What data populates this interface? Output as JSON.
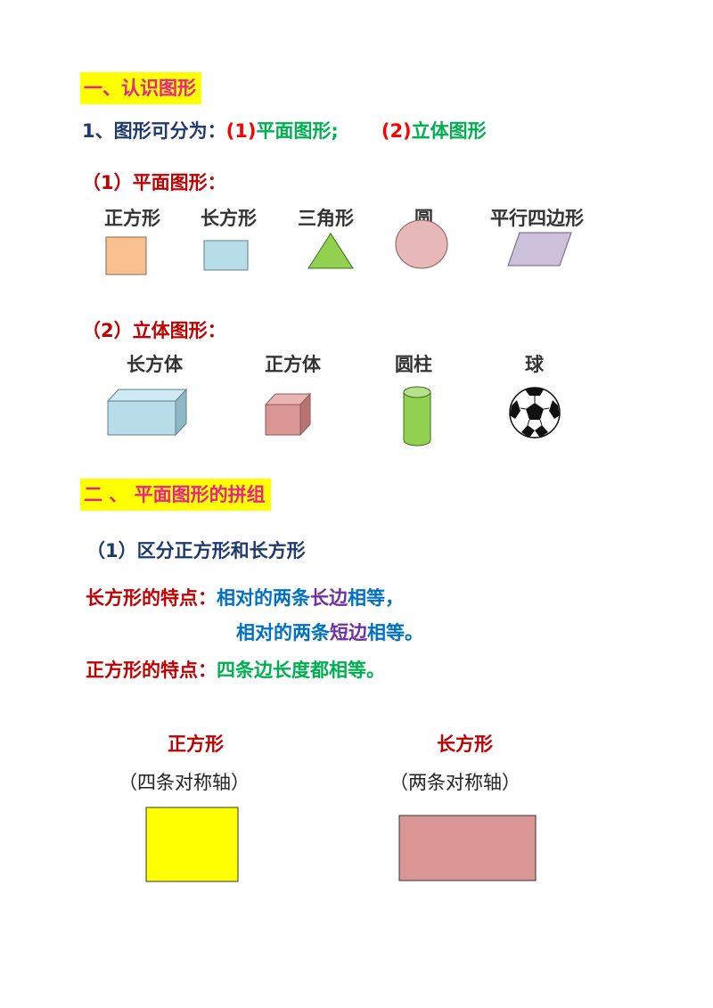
{
  "section1": {
    "heading": "一、认识图形"
  },
  "intro": {
    "prefix": "1、图形可分为：",
    "opt1_num": "(1)",
    "opt1_text": "平面图形;",
    "opt2_num": "(2)",
    "opt2_text": "立体图形"
  },
  "plane": {
    "title": "（1）平面图形：",
    "shapes": [
      "正方形",
      "长方形",
      "三角形",
      "圆",
      "平行四边形"
    ]
  },
  "solid": {
    "title": "（2）立体图形：",
    "shapes": [
      "长方体",
      "正方体",
      "圆柱",
      "球"
    ]
  },
  "section2": {
    "heading": "二 、 平面图形的拼组"
  },
  "sub1": {
    "title": "（1）区分正方形和长方形"
  },
  "rect_features": {
    "label": "长方形的特点：",
    "line1_a": "相对的两条",
    "line1_b": "长边",
    "line1_c": "相等，",
    "line2_a": "相对的两条",
    "line2_b": "短边",
    "line2_c": "相等。"
  },
  "square_features": {
    "label": "正方形的特点：",
    "text": "四条边长度都相等。"
  },
  "compare": {
    "square_title": "正方形",
    "square_axes": "（四条对称轴）",
    "rect_title": "长方形",
    "rect_axes": "（两条对称轴）"
  },
  "colors": {
    "highlight": "#ffff00",
    "heading_pink": "#e8238f",
    "navy": "#1f3a6e",
    "red": "#ff0000",
    "green": "#00b050",
    "dark_red": "#c00000",
    "blue": "#0070c0",
    "purple": "#7030a0",
    "square_fill": "#f9c08f",
    "rect_fill": "#b7dee8",
    "triangle_fill": "#92d050",
    "circle_fill": "#e6b8b7",
    "parallelogram_fill": "#ccc0da",
    "cuboid_fill": "#b7dee8",
    "cube_fill": "#d99694",
    "cylinder_fill": "#92d050",
    "big_square_fill": "#ffff00",
    "big_rect_fill": "#d99694"
  }
}
